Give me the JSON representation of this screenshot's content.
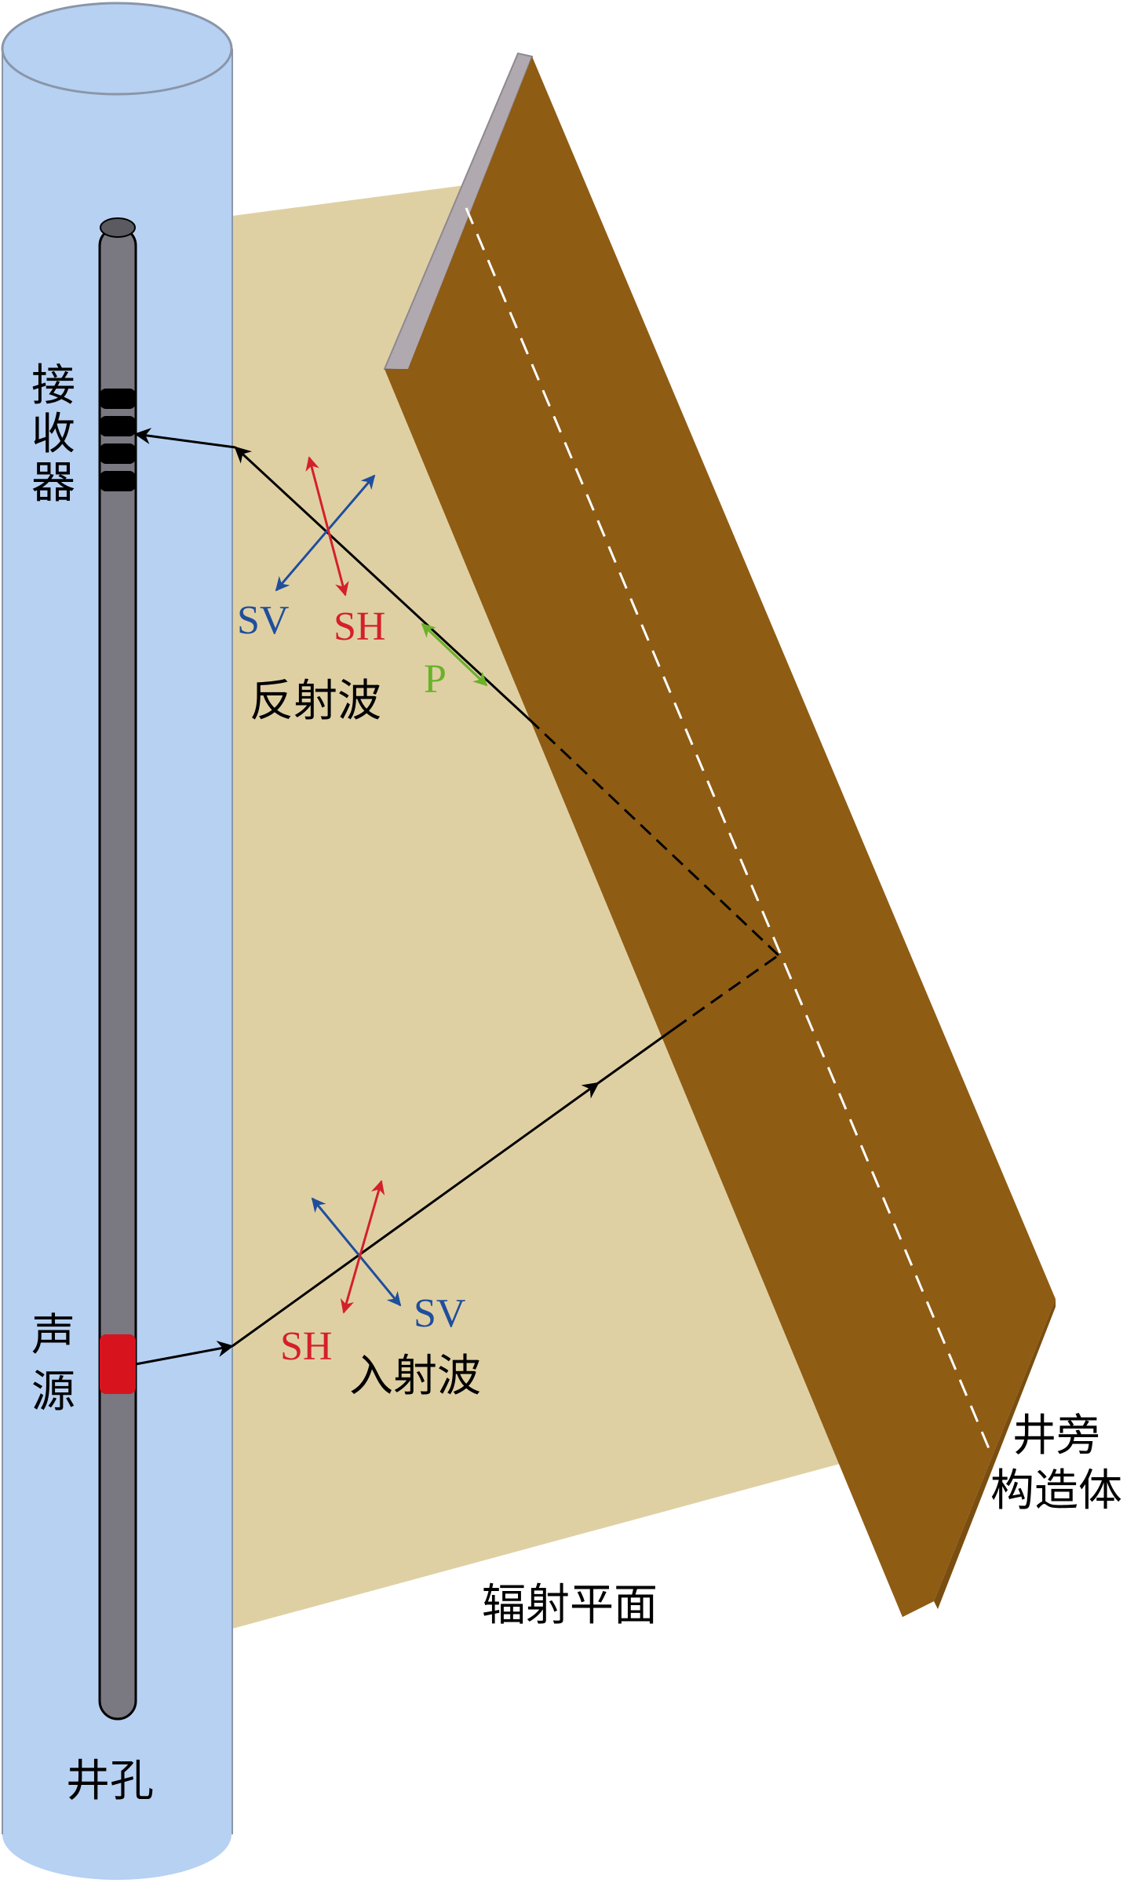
{
  "labels": {
    "receiver_line1": "接",
    "receiver_line2": "收",
    "receiver_line3": "器",
    "source_line1": "声",
    "source_line2": "源",
    "borehole": "井孔",
    "reflected_wave": "反射波",
    "incident_wave": "入射波",
    "radiation_plane": "辐射平面",
    "structure_line1": "井旁",
    "structure_line2": "构造体",
    "reflected_sv": "SV",
    "reflected_sh": "SH",
    "reflected_p": "P",
    "incident_sv": "SV",
    "incident_sh": "SH"
  },
  "colors": {
    "borehole_fill": "#b7d1f3",
    "tool_fill": "#7a7880",
    "plane_fill": "#dfd0a4",
    "structure_fill": "#8f5c14",
    "source_fill": "#d7141e",
    "sv_color": "#1f4e9c",
    "sh_color": "#d42029",
    "p_color": "#6bb12b",
    "ray_color": "#000000"
  }
}
